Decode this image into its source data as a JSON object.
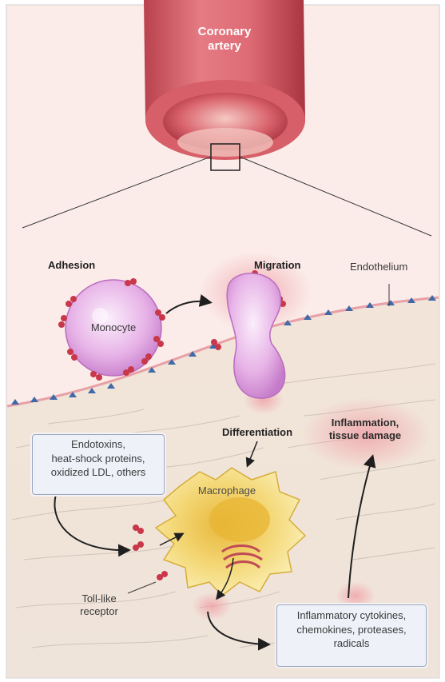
{
  "labels": {
    "artery": "Coronary\nartery",
    "adhesion": "Adhesion",
    "migration": "Migration",
    "endothelium": "Endothelium",
    "monocyte": "Monocyte",
    "differentiation": "Differentiation",
    "inflammation": "Inflammation,\ntissue damage",
    "macrophage": "Macrophage",
    "toll_like_receptor": "Toll-like\nreceptor"
  },
  "boxes": {
    "stimuli": "Endotoxins,\nheat-shock proteins,\noxidized LDL, others",
    "products": "Inflammatory cytokines,\nchemokines, proteases,\nradicals"
  },
  "colors": {
    "tissue": "#f0e6dc",
    "vessel_bg": "#fbe9e7",
    "artery_outer": "#d9545f",
    "artery_inner": "#b93a46",
    "monocyte": "#e2a7e2",
    "macrophage": "#f2d56a",
    "receptor": "#c8374a",
    "endothelium_marker": "#3e6aa8",
    "box_bg": "#eef1f8",
    "box_border": "#9aa6c2"
  }
}
